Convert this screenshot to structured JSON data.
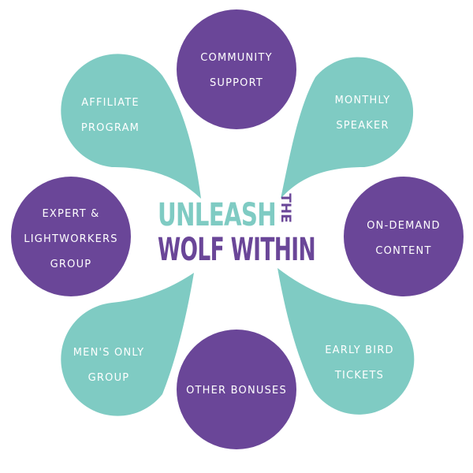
{
  "colors": {
    "teal": "#7fcbc3",
    "purple": "#6a4698",
    "white": "#ffffff"
  },
  "center": {
    "line1": "UNLEASH",
    "the": "THE",
    "line2": "WOLF WITHIN"
  },
  "nodes": {
    "community_support": {
      "line1": "COMMUNITY",
      "line2": "SUPPORT"
    },
    "monthly_speaker": {
      "line1": "MONTHLY",
      "line2": "SPEAKER"
    },
    "on_demand_content": {
      "line1": "ON-DEMAND",
      "line2": "CONTENT"
    },
    "early_bird_tickets": {
      "line1": "EARLY BIRD",
      "line2": "TICKETS"
    },
    "other_bonuses": {
      "line1": "OTHER BONUSES"
    },
    "mens_only_group": {
      "line1": "MEN'S ONLY",
      "line2": "GROUP"
    },
    "expert_lightworkers_group": {
      "line1": "EXPERT &",
      "line2": "LIGHTWORKERS",
      "line3": "GROUP"
    },
    "affiliate_program": {
      "line1": "AFFILIATE",
      "line2": "PROGRAM"
    }
  }
}
